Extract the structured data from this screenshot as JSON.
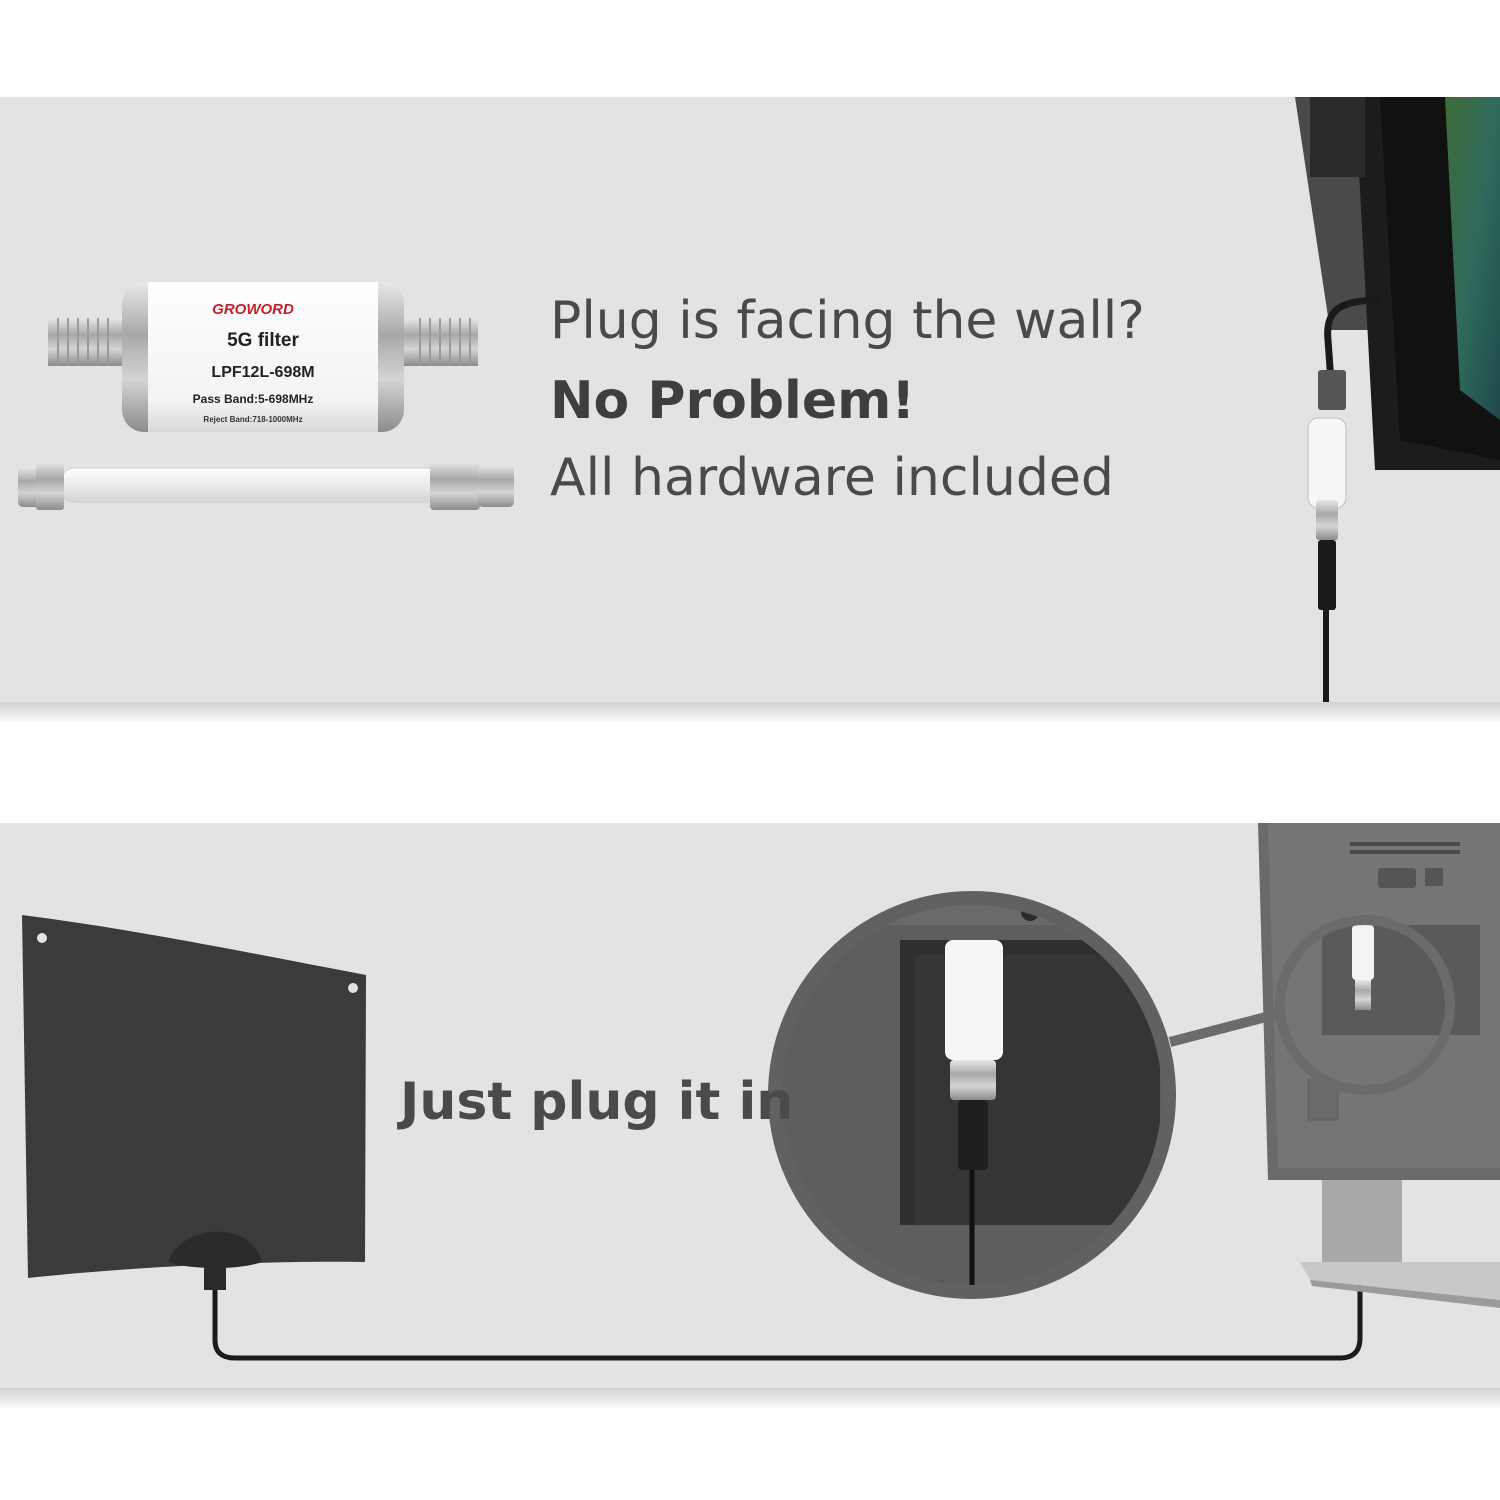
{
  "top_panel": {
    "filter_label": {
      "brand": "GROWORD",
      "name": "5G filter",
      "model": "LPF12L-698M",
      "pass_band": "Pass Band:5-698MHz",
      "reject_band": "Reject Band:718-1000MHz"
    },
    "line1": "Plug is facing the wall?",
    "line2": "No Problem!",
    "line3": "All hardware included"
  },
  "bottom_panel": {
    "caption": "Just plug it in"
  }
}
